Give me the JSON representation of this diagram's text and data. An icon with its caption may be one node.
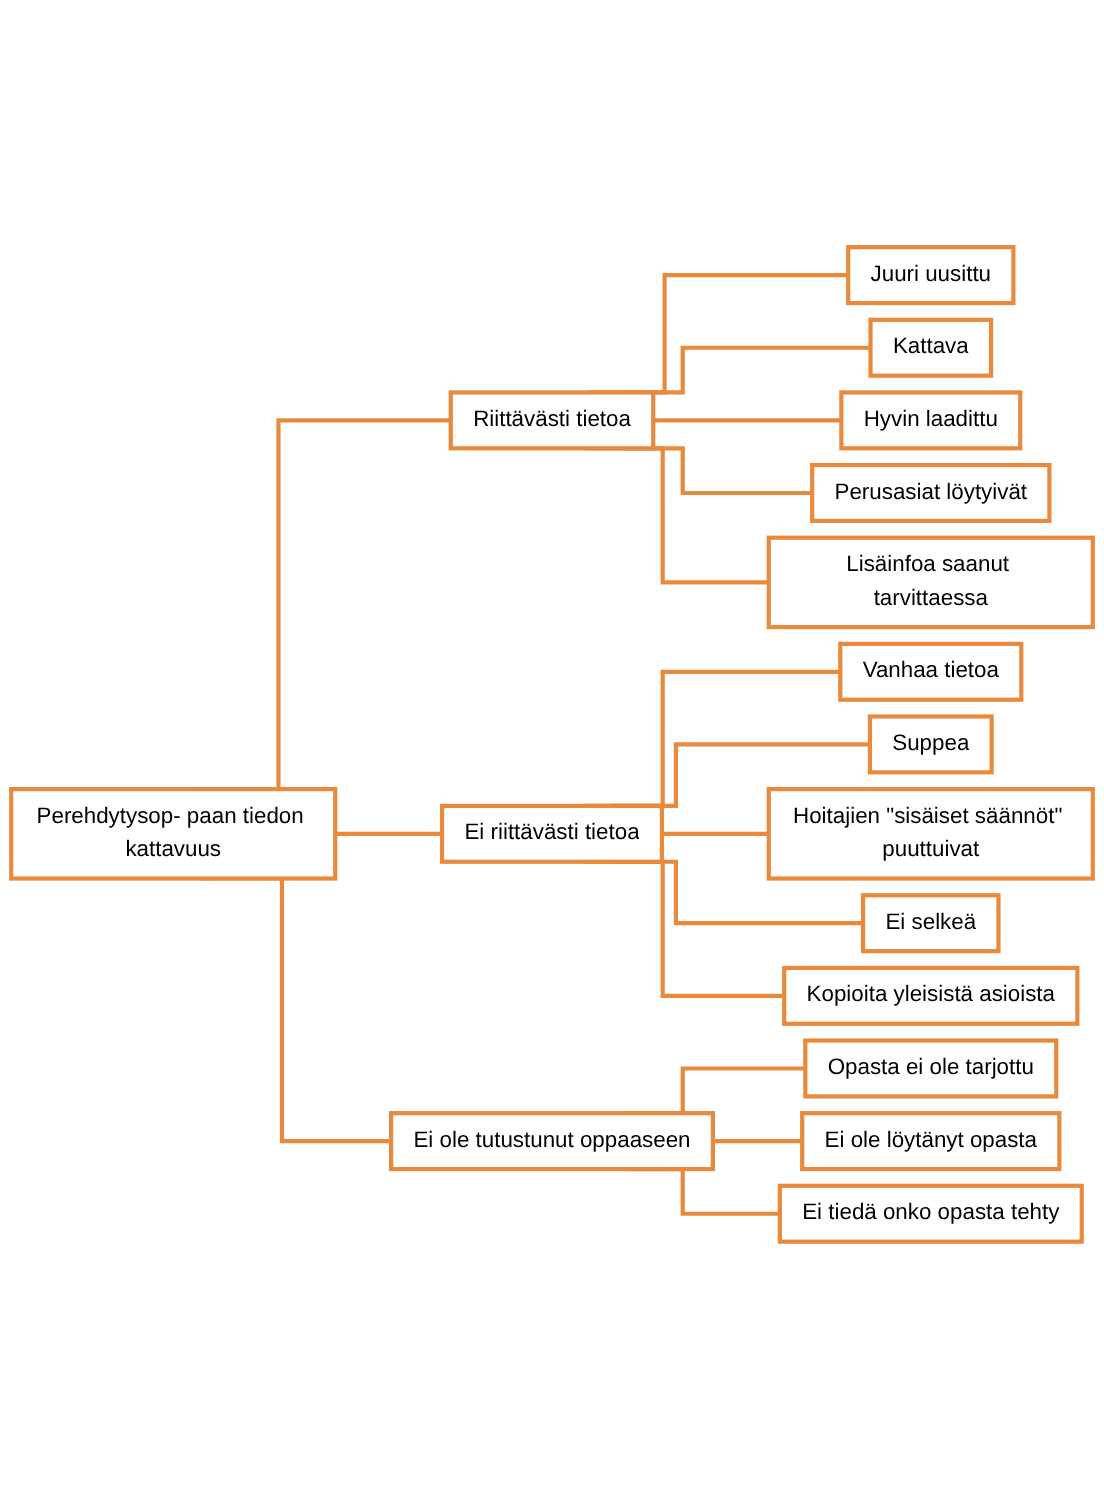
{
  "diagram": {
    "nodes": [
      {
        "text": [
          "Perehdytysop- paan tiedon kattavuus"
        ]
      },
      {
        "text": [
          "Riittävästi tietoa"
        ]
      },
      {
        "text": [
          "Ei riittävästi tietoa"
        ]
      },
      {
        "text": [
          "Ei ole tutustunut oppaaseen"
        ]
      },
      {
        "text": [
          "Juuri uusittu"
        ]
      },
      {
        "text": [
          "Kattava"
        ]
      },
      {
        "text": [
          "Hyvin laadittu"
        ]
      },
      {
        "text": [
          "Perusasiat löytyivät"
        ]
      },
      {
        "text": [
          "Lisäinfoa saanut tarvittaessa"
        ]
      },
      {
        "text": [
          "Vanhaa tietoa"
        ]
      },
      {
        "text": [
          "Suppea"
        ]
      },
      {
        "text": [
          "Hoitajien \"sisäiset säännöt\" puuttuivat"
        ]
      },
      {
        "text": [
          "Ei selkeä"
        ]
      },
      {
        "text": [
          "Kopioita yleisistä asioista"
        ]
      },
      {
        "text": [
          "Opasta ei ole tarjottu"
        ]
      },
      {
        "text": [
          "Ei ole löytänyt opasta"
        ]
      },
      {
        "text": [
          "Ei tiedä onko opasta tehty"
        ]
      }
    ],
    "edges": [
      {
        "from": 0,
        "to": 1,
        "arrow": "none"
      },
      {
        "from": 0,
        "to": 2,
        "arrow": "none"
      },
      {
        "from": 0,
        "to": 3,
        "arrow": "none"
      },
      {
        "from": 1,
        "to": 4,
        "arrow": "none"
      },
      {
        "from": 1,
        "to": 5,
        "arrow": "none"
      },
      {
        "from": 1,
        "to": 6,
        "arrow": "none"
      },
      {
        "from": 1,
        "to": 7,
        "arrow": "none"
      },
      {
        "from": 1,
        "to": 8,
        "arrow": "none"
      },
      {
        "from": 2,
        "to": 9,
        "arrow": "none"
      },
      {
        "from": 2,
        "to": 10,
        "arrow": "none"
      },
      {
        "from": 2,
        "to": 11,
        "arrow": "none"
      },
      {
        "from": 2,
        "to": 12,
        "arrow": "none"
      },
      {
        "from": 2,
        "to": 13,
        "arrow": "none"
      },
      {
        "from": 3,
        "to": 14,
        "arrow": "none"
      },
      {
        "from": 3,
        "to": 15,
        "arrow": "none"
      },
      {
        "from": 3,
        "to": 16,
        "arrow": "none"
      }
    ]
  }
}
